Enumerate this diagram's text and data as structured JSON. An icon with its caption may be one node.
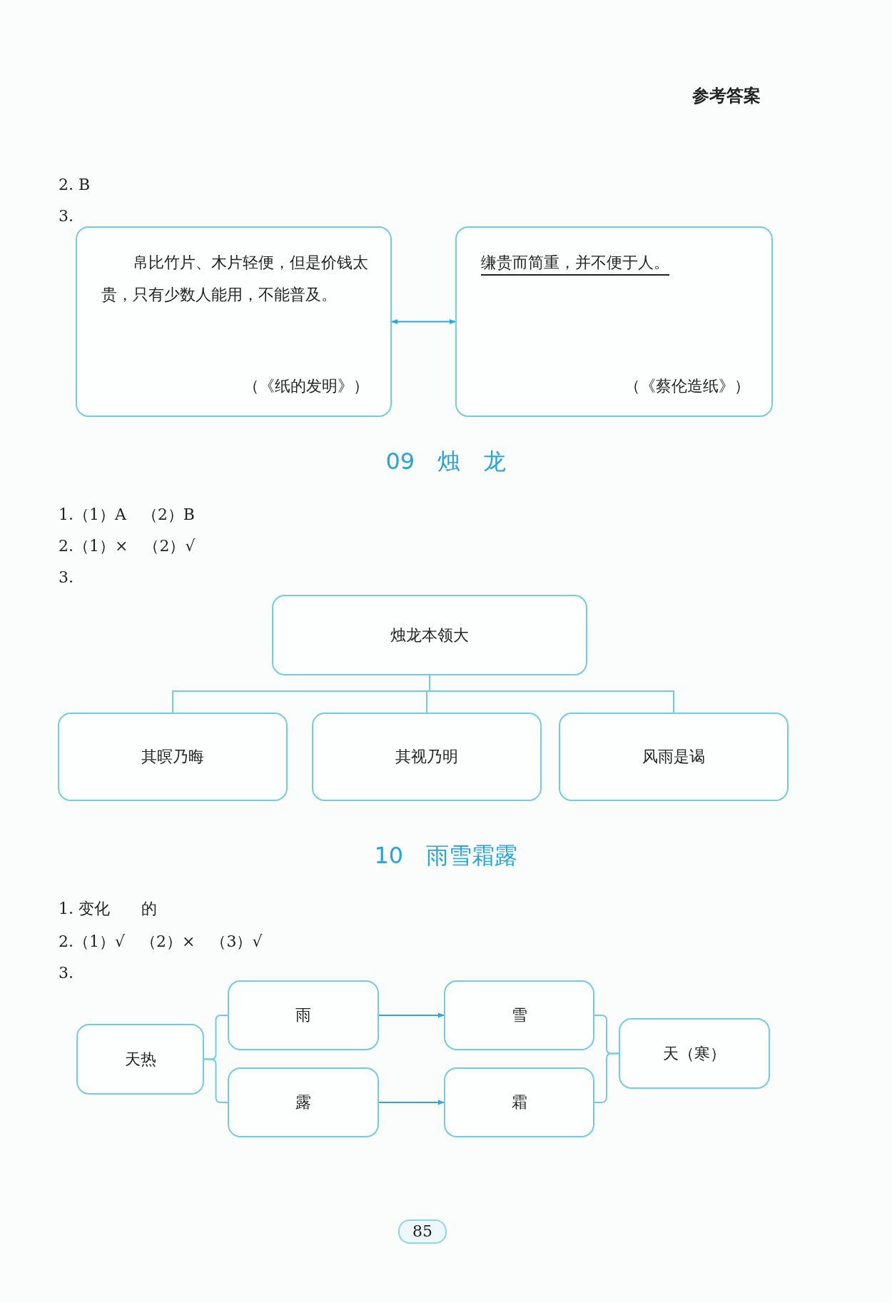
{
  "diagram": {
    "nodes": [
      {
        "text": [
          "帛比竹片、木片轻便，但是价钱太贵，只有少数人能用，不能普及。",
          "（《纸的发明》）"
        ]
      },
      {
        "text": [
          "缣贵而简重，并不便于人。",
          "（《蔡伦造纸》）"
        ]
      },
      {
        "text": [
          "烛龙本领大"
        ]
      },
      {
        "text": [
          "其暝乃晦"
        ]
      },
      {
        "text": [
          "其视乃明"
        ]
      },
      {
        "text": [
          "风雨是谒"
        ]
      },
      {
        "text": [
          "天热"
        ]
      },
      {
        "text": [
          "雨"
        ]
      },
      {
        "text": [
          "露"
        ]
      },
      {
        "text": [
          "雪"
        ]
      },
      {
        "text": [
          "霜"
        ]
      },
      {
        "text": [
          "天（寒）"
        ]
      }
    ],
    "edges": [
      {
        "from": 0,
        "to": 1,
        "arrow": "both"
      },
      {
        "from": 2,
        "to": 3,
        "arrow": "none"
      },
      {
        "from": 2,
        "to": 4,
        "arrow": "none"
      },
      {
        "from": 2,
        "to": 5,
        "arrow": "none"
      },
      {
        "from": 6,
        "to": 7,
        "arrow": "none"
      },
      {
        "from": 6,
        "to": 8,
        "arrow": "none"
      },
      {
        "from": 7,
        "to": 9,
        "arrow": "to"
      },
      {
        "from": 8,
        "to": 10,
        "arrow": "to"
      },
      {
        "from": 9,
        "to": 11,
        "arrow": "none"
      },
      {
        "from": 10,
        "to": 11,
        "arrow": "none"
      }
    ],
    "labels": [
      "参考答案",
      "2. B",
      "3.",
      "09　烛　龙",
      "1.（1）A　（2）B",
      "2.（1）×　（2）√",
      "3.",
      "10　雨雪霜露",
      "1. 变化　　的",
      "2.（1）√　（2）×　（3）√",
      "3.",
      "85"
    ]
  }
}
